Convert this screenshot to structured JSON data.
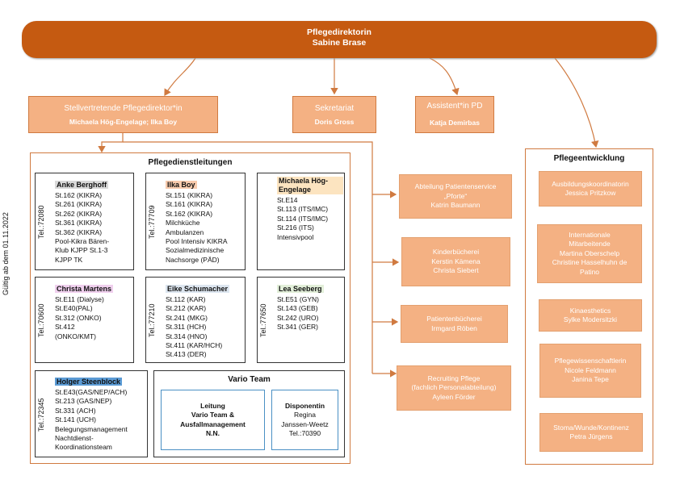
{
  "top": {
    "title": "Pflegedirektorin",
    "name": "Sabine Brase"
  },
  "second": [
    {
      "title": "Stellvertretende Pflegedirektor*in",
      "sub": "Michaela Hög-Engelage; Ilka Boy"
    },
    {
      "title": "Sekretariat",
      "sub": "Doris Gross"
    },
    {
      "title": "Assistent*in PD",
      "sub": "Katja Demirbas"
    }
  ],
  "validity": "Gültig ab dem 01.11.2022",
  "pdl": {
    "title": "Pflegedienstleitungen",
    "cards": [
      {
        "name": "Anke Berghoff",
        "color": "#d9d9d9",
        "tel": "Tel.:72080",
        "lines": [
          "St.162 (KIKRA)",
          "St.261 (KIKRA)",
          "St.262 (KIKRA)",
          "St.361 (KIKRA)",
          "St.362 (KIKRA)",
          "Pool-Kikra Bären-",
          "Klub KJPP St.1-3",
          "KJPP TK"
        ]
      },
      {
        "name": "Ilka Boy",
        "color": "#f8cbad",
        "tel": "Tel.:77709",
        "lines": [
          "St.151 (KIKRA)",
          "St.161 (KIKRA)",
          "St.162 (KIKRA)",
          "Milchküche",
          "Ambulanzen",
          "Pool Intensiv KIKRA",
          "Sozialmedizinische",
          "Nachsorge (PÄD)"
        ]
      },
      {
        "name": "Michaela Hög-Engelage",
        "color": "#fce4c0",
        "tel": "",
        "lines": [
          "St.E14",
          "St.113 (ITS/IMC)",
          "St.114 (ITS/IMC)",
          "St.216 (ITS)",
          "Intensivpool"
        ]
      },
      {
        "name": "Christa Martens",
        "color": "#f0d0ee",
        "tel": "Tel.:70600",
        "lines": [
          "St.E11 (Dialyse)",
          "St.E40(PAL)",
          "St.312 (ONKO)",
          "St.412",
          "(ONKO/KMT)"
        ]
      },
      {
        "name": "Eike Schumacher",
        "color": "#dde6f0",
        "tel": "Tel.:77210",
        "lines": [
          "St.112 (KAR)",
          "St.212 (KAR)",
          "St.241 (MKG)",
          "St.311 (HCH)",
          "St.314 (HNO)",
          "St.411 (KAR/HCH)",
          "St.413 (DER)"
        ]
      },
      {
        "name": "Lea Seeberg",
        "color": "#e2efd9",
        "tel": "Tel.:77650",
        "lines": [
          "St.E51 (GYN)",
          "St.143 (GEB)",
          "St.242 (URO)",
          "St.341 (GER)"
        ]
      },
      {
        "name": "Holger Steenblock",
        "color": "#5b9bd5",
        "tel": "Tel.:72345",
        "lines": [
          "St.E43(GAS/NEP/ACH)",
          "St.213 (GAS/NEP)",
          "St.331 (ACH)",
          "St.141 (UCH)",
          "Belegungsmanagement",
          "Nachtdienst-",
          "Koordinationsteam"
        ]
      }
    ],
    "vario": {
      "title": "Vario Team",
      "lead": [
        "Leitung",
        "Vario Team &",
        "Ausfallmanagement",
        "N.N."
      ],
      "dispo": [
        "Disponentin",
        "Regina",
        "Janssen-Weetz",
        "Tel.:70390"
      ]
    }
  },
  "middle": [
    [
      "Abteilung Patientenservice",
      "„Pforte“",
      "Katrin Baumann"
    ],
    [
      "Kinderbücherei",
      "Kerstin Kämena",
      "Christa Siebert"
    ],
    [
      "Patientenbücherei",
      "Irmgard Röben"
    ],
    [
      "Recruiting Pflege",
      "(fachlich Personalabteilung)",
      "Ayleen Förder"
    ]
  ],
  "pe": {
    "title": "Pflegeentwicklung",
    "boxes": [
      [
        "Ausbildungskoordinatorin",
        "Jessica Pritzkow"
      ],
      [
        "Internationale",
        "Mitarbeitende",
        "Martina Oberschelp",
        "Christine Hasselhuhn de",
        "Patino"
      ],
      [
        "Kinaesthetics",
        "Sylke Modersitzki"
      ],
      [
        "Pflegewissenschaftlerin",
        "Nicole Feldmann",
        "Janina Tepe"
      ],
      [
        "Stoma/Wunde/Kontinenz",
        "Petra Jürgens"
      ]
    ]
  },
  "colors": {
    "dark": "#c55a11",
    "light": "#f4b183",
    "line": "#d07a40",
    "blue": "#4a90c4"
  }
}
